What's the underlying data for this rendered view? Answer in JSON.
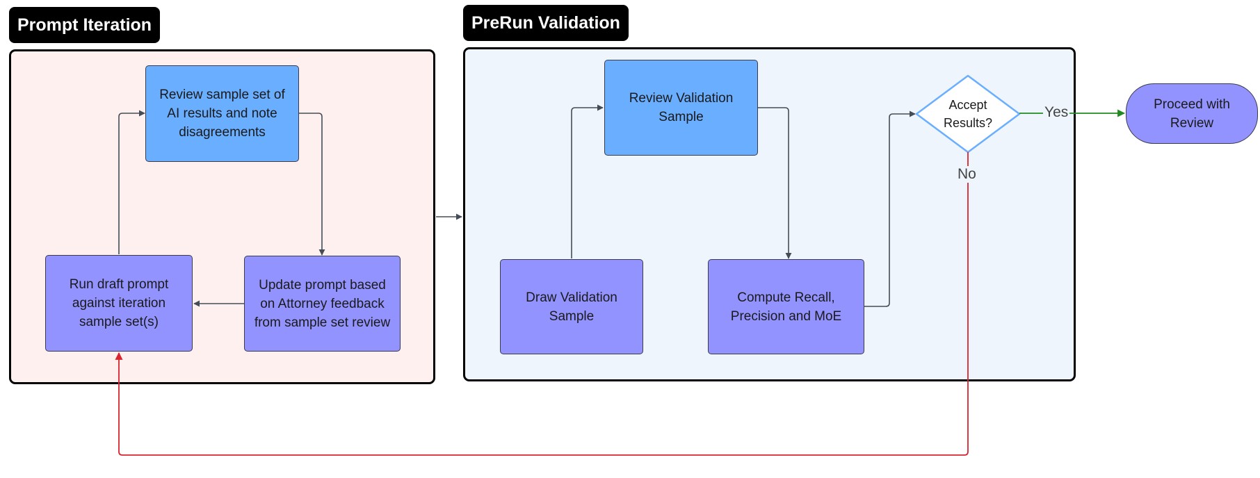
{
  "panels": {
    "prompt_iteration": {
      "title": "Prompt Iteration"
    },
    "prerun_validation": {
      "title": "PreRun Validation"
    }
  },
  "nodes": {
    "review_sample": "Review sample set of AI results and note disagreements",
    "update_prompt": "Update prompt based on Attorney feedback from sample set review",
    "run_draft": "Run draft prompt against iteration sample set(s)",
    "review_validation": "Review Validation Sample",
    "draw_validation": "Draw Validation Sample",
    "compute_recall": "Compute Recall, Precision and MoE",
    "accept_results": "Accept Results?",
    "proceed_review": "Proceed with Review"
  },
  "edge_labels": {
    "yes": "Yes",
    "no": "No"
  },
  "colors": {
    "prompt_panel_bg": "#fdf0ef",
    "validation_panel_bg": "#eef5fd",
    "blue_node": "#6aaeff",
    "purple_node": "#9393ff",
    "yes_edge": "#1f8a1f",
    "no_edge": "#d9232d",
    "default_edge": "#444c56"
  }
}
